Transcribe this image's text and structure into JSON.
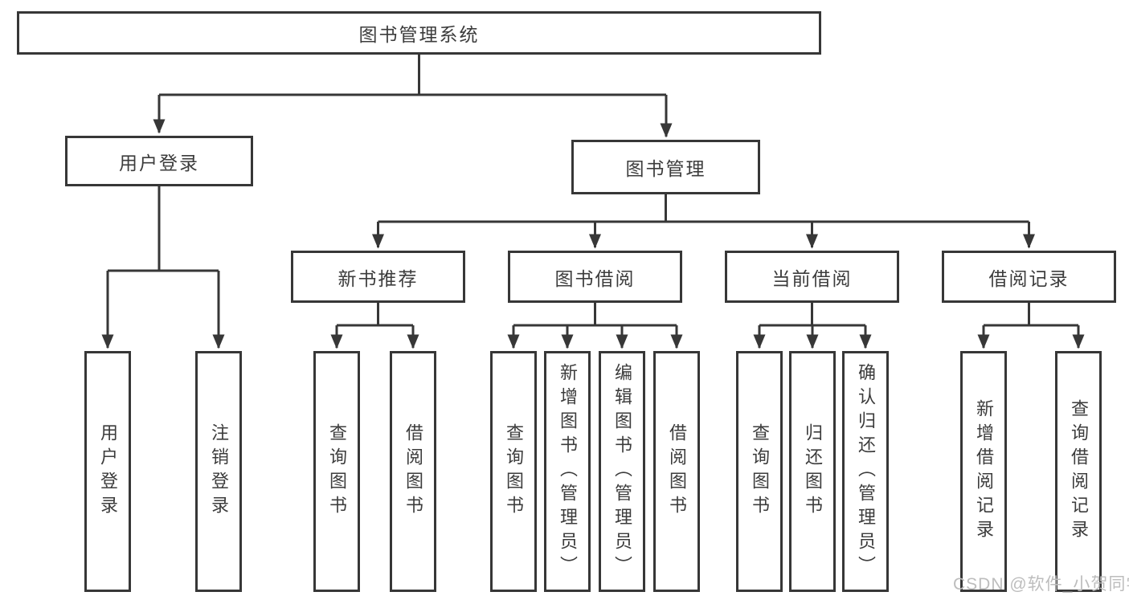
{
  "diagram_title": "图书管理系统",
  "tree": {
    "label": "图书管理系统",
    "children": [
      {
        "label": "用户登录",
        "children": [
          {
            "label": "用户登录"
          },
          {
            "label": "注销登录"
          }
        ]
      },
      {
        "label": "图书管理",
        "children": [
          {
            "label": "新书推荐",
            "children": [
              {
                "label": "查询图书"
              },
              {
                "label": "借阅图书"
              }
            ]
          },
          {
            "label": "图书借阅",
            "children": [
              {
                "label": "查询图书"
              },
              {
                "label": "新增图书（管理员）"
              },
              {
                "label": "编辑图书（管理员）"
              },
              {
                "label": "借阅图书"
              }
            ]
          },
          {
            "label": "当前借阅",
            "children": [
              {
                "label": "查询图书"
              },
              {
                "label": "归还图书"
              },
              {
                "label": "确认归还（管理员）"
              }
            ]
          },
          {
            "label": "借阅记录",
            "children": [
              {
                "label": "新增借阅记录"
              },
              {
                "label": "查询借阅记录"
              }
            ]
          }
        ]
      }
    ]
  },
  "watermark": "CSDN @软件_小贺同学",
  "colors": {
    "line": "#373737",
    "text": "#3c3c3c",
    "watermark": "#bdbdbd",
    "background": "#ffffff"
  }
}
